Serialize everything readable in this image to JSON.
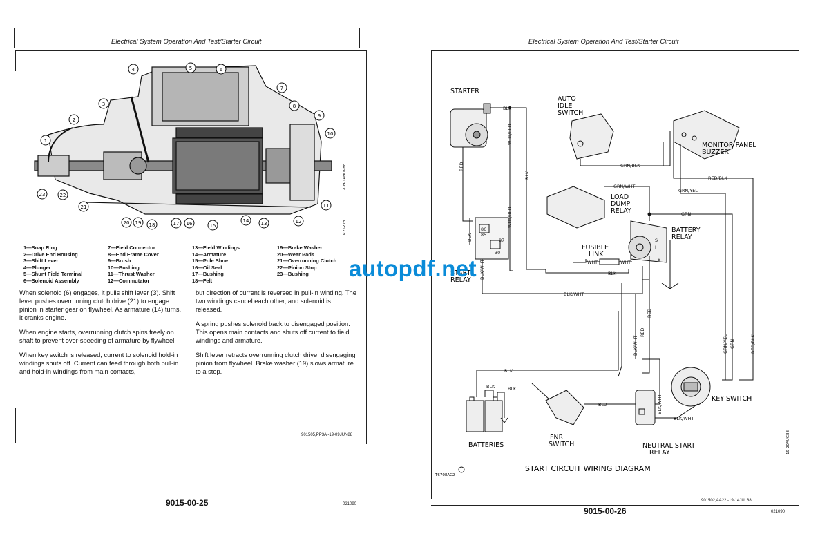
{
  "left_page": {
    "header": "Electrical System Operation And Test/Starter Circuit",
    "figure_code": "R25228",
    "figure_side_code": "-UN-14NOV88",
    "callouts": [
      "1",
      "2",
      "3",
      "4",
      "5",
      "6",
      "7",
      "8",
      "9",
      "10",
      "11",
      "12",
      "13",
      "14",
      "15",
      "16",
      "17",
      "18",
      "19",
      "20",
      "21",
      "22",
      "23"
    ],
    "legend": [
      [
        "1—Snap Ring",
        "2—Drive End Housing",
        "3—Shift Lever",
        "4—Plunger",
        "5—Shunt Field Terminal",
        "6—Solenoid Assembly"
      ],
      [
        "7—Field Connector",
        "8—End Frame Cover",
        "9—Brush",
        "10—Bushing",
        "11—Thrust Washer",
        "12—Commutator"
      ],
      [
        "13—Field Windings",
        "14—Armature",
        "15—Pole Shoe",
        "16—Oil Seal",
        "17—Bushing",
        "18—Felt"
      ],
      [
        "19—Brake Washer",
        "20—Wear Pads",
        "21—Overrunning Clutch",
        "22—Pinion Stop",
        "23—Bushing"
      ]
    ],
    "body_left": [
      "When solenoid (6) engages, it pulls shift lever (3). Shift lever pushes overrunning clutch drive (21) to engage pinion in starter gear on flywheel. As armature (14) turns, it cranks engine.",
      "When engine starts, overrunning clutch spins freely on shaft to prevent over-speeding of armature by flywheel.",
      "When key switch is released, current to solenoid hold-in windings shuts off. Current can feed through both pull-in and hold-in windings from main contacts,"
    ],
    "body_right": [
      "but direction of current is reversed in pull-in winding. The two windings cancel each other, and solenoid is released.",
      "A spring pushes solenoid back to disengaged position. This opens main contacts and shuts off current to field windings and armature.",
      "Shift lever retracts overrunning clutch drive, disengaging pinion from flywheel. Brake washer (19) slows armature to a stop."
    ],
    "footer_code": "901505,PP3A  -19-09JUN88",
    "page_number": "9015-00-25",
    "small_code": "021090"
  },
  "right_page": {
    "header": "Electrical System Operation And Test/Starter Circuit",
    "components": {
      "starter": "STARTER",
      "auto_idle_switch": [
        "AUTO",
        "IDLE",
        "SWITCH"
      ],
      "monitor_panel_buzzer": [
        "MONITOR PANEL",
        "BUZZER"
      ],
      "load_dump_relay": [
        "LOAD",
        "DUMP",
        "RELAY"
      ],
      "battery_relay": [
        "BATTERY",
        "RELAY"
      ],
      "fusible_link": [
        "FUSIBLE",
        "LINK"
      ],
      "start_relay": [
        "START",
        "RELAY"
      ],
      "batteries": "BATTERIES",
      "fnr_switch": [
        "FNR",
        "SWITCH"
      ],
      "neutral_start_relay": [
        "NEUTRAL START",
        "RELAY"
      ],
      "key_switch": "KEY SWITCH"
    },
    "wire_labels": {
      "blk": "BLK",
      "wht_red": "WHT/RED",
      "red": "RED",
      "grn_blk": "GRN/BLK",
      "red_blk": "RED/BLK",
      "grn_wht": "GRN/WHT",
      "grn_yel": "GRN/YEL",
      "grn": "GRN",
      "wht": "WHT",
      "blk_wht": "BLK/WHT",
      "blu": "BLU"
    },
    "terminals": [
      "86",
      "85",
      "87",
      "30",
      "S",
      "I",
      "B"
    ],
    "title": "START CIRCUIT WIRING DIAGRAM",
    "figure_code": "T6708AC2",
    "figure_side_code": "-19-20AUG88",
    "footer_code": "901502,AA22  -19-14JUL88",
    "page_number": "9015-00-26",
    "small_code": "021090"
  },
  "watermark": "autopdf.net"
}
